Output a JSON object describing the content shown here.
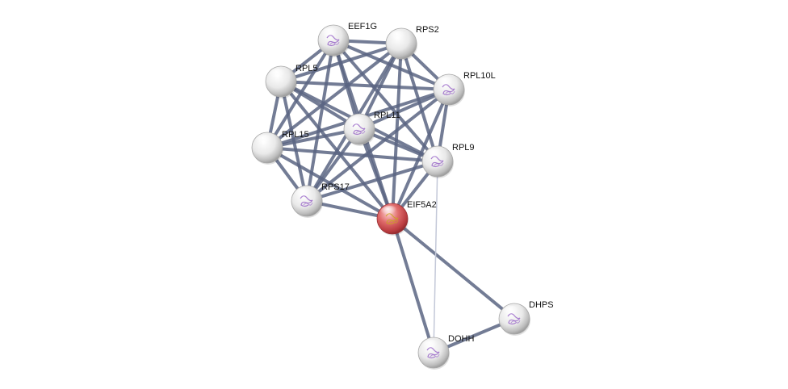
{
  "network": {
    "nodes": [
      {
        "id": "EEF1G",
        "label": "EEF1G",
        "query": false,
        "structure": true
      },
      {
        "id": "RPS2",
        "label": "RPS2",
        "query": false,
        "structure": false
      },
      {
        "id": "RPL5",
        "label": "RPL5",
        "query": false,
        "structure": false
      },
      {
        "id": "RPL10L",
        "label": "RPL10L",
        "query": false,
        "structure": true
      },
      {
        "id": "RPL11",
        "label": "RPL11",
        "query": false,
        "structure": true
      },
      {
        "id": "RPL15",
        "label": "RPL15",
        "query": false,
        "structure": false
      },
      {
        "id": "RPL9",
        "label": "RPL9",
        "query": false,
        "structure": true
      },
      {
        "id": "RPS17",
        "label": "RPS17",
        "query": false,
        "structure": true
      },
      {
        "id": "EIF5A2",
        "label": "EIF5A2",
        "query": true,
        "structure": true
      },
      {
        "id": "DHPS",
        "label": "DHPS",
        "query": false,
        "structure": true
      },
      {
        "id": "DOHH",
        "label": "DOHH",
        "query": false,
        "structure": true
      }
    ],
    "edges": [
      {
        "source": "EEF1G",
        "target": "RPS2",
        "strength": "high"
      },
      {
        "source": "EEF1G",
        "target": "RPL5",
        "strength": "high"
      },
      {
        "source": "EEF1G",
        "target": "RPL10L",
        "strength": "high"
      },
      {
        "source": "EEF1G",
        "target": "RPL11",
        "strength": "high"
      },
      {
        "source": "EEF1G",
        "target": "RPL15",
        "strength": "high"
      },
      {
        "source": "EEF1G",
        "target": "RPL9",
        "strength": "high"
      },
      {
        "source": "EEF1G",
        "target": "RPS17",
        "strength": "high"
      },
      {
        "source": "EEF1G",
        "target": "EIF5A2",
        "strength": "high"
      },
      {
        "source": "RPS2",
        "target": "RPL5",
        "strength": "high"
      },
      {
        "source": "RPS2",
        "target": "RPL10L",
        "strength": "high"
      },
      {
        "source": "RPS2",
        "target": "RPL11",
        "strength": "high"
      },
      {
        "source": "RPS2",
        "target": "RPL15",
        "strength": "high"
      },
      {
        "source": "RPS2",
        "target": "RPL9",
        "strength": "high"
      },
      {
        "source": "RPS2",
        "target": "RPS17",
        "strength": "high"
      },
      {
        "source": "RPS2",
        "target": "EIF5A2",
        "strength": "high"
      },
      {
        "source": "RPL5",
        "target": "RPL10L",
        "strength": "high"
      },
      {
        "source": "RPL5",
        "target": "RPL11",
        "strength": "high"
      },
      {
        "source": "RPL5",
        "target": "RPL15",
        "strength": "high"
      },
      {
        "source": "RPL5",
        "target": "RPL9",
        "strength": "high"
      },
      {
        "source": "RPL5",
        "target": "RPS17",
        "strength": "high"
      },
      {
        "source": "RPL5",
        "target": "EIF5A2",
        "strength": "high"
      },
      {
        "source": "RPL10L",
        "target": "RPL11",
        "strength": "high"
      },
      {
        "source": "RPL10L",
        "target": "RPL15",
        "strength": "high"
      },
      {
        "source": "RPL10L",
        "target": "RPL9",
        "strength": "high"
      },
      {
        "source": "RPL10L",
        "target": "RPS17",
        "strength": "high"
      },
      {
        "source": "RPL10L",
        "target": "EIF5A2",
        "strength": "high"
      },
      {
        "source": "RPL11",
        "target": "RPL15",
        "strength": "high"
      },
      {
        "source": "RPL11",
        "target": "RPL9",
        "strength": "high"
      },
      {
        "source": "RPL11",
        "target": "RPS17",
        "strength": "high"
      },
      {
        "source": "RPL11",
        "target": "EIF5A2",
        "strength": "high"
      },
      {
        "source": "RPL15",
        "target": "RPL9",
        "strength": "high"
      },
      {
        "source": "RPL15",
        "target": "RPS17",
        "strength": "high"
      },
      {
        "source": "RPL15",
        "target": "EIF5A2",
        "strength": "high"
      },
      {
        "source": "RPL9",
        "target": "RPS17",
        "strength": "high"
      },
      {
        "source": "RPL9",
        "target": "EIF5A2",
        "strength": "high"
      },
      {
        "source": "RPS17",
        "target": "EIF5A2",
        "strength": "high"
      },
      {
        "source": "EIF5A2",
        "target": "DHPS",
        "strength": "high"
      },
      {
        "source": "EIF5A2",
        "target": "DOHH",
        "strength": "high"
      },
      {
        "source": "DHPS",
        "target": "DOHH",
        "strength": "high"
      },
      {
        "source": "RPL9",
        "target": "DOHH",
        "strength": "low"
      }
    ]
  },
  "colors": {
    "edge": "#5a6582",
    "edge_weak": "#c3c8d8",
    "node_default": "#e8e8e8",
    "node_query": "#d9484c",
    "structure_tint": "#9b6ac9",
    "query_structure_tint": "#c9a326",
    "label": "#111111"
  }
}
